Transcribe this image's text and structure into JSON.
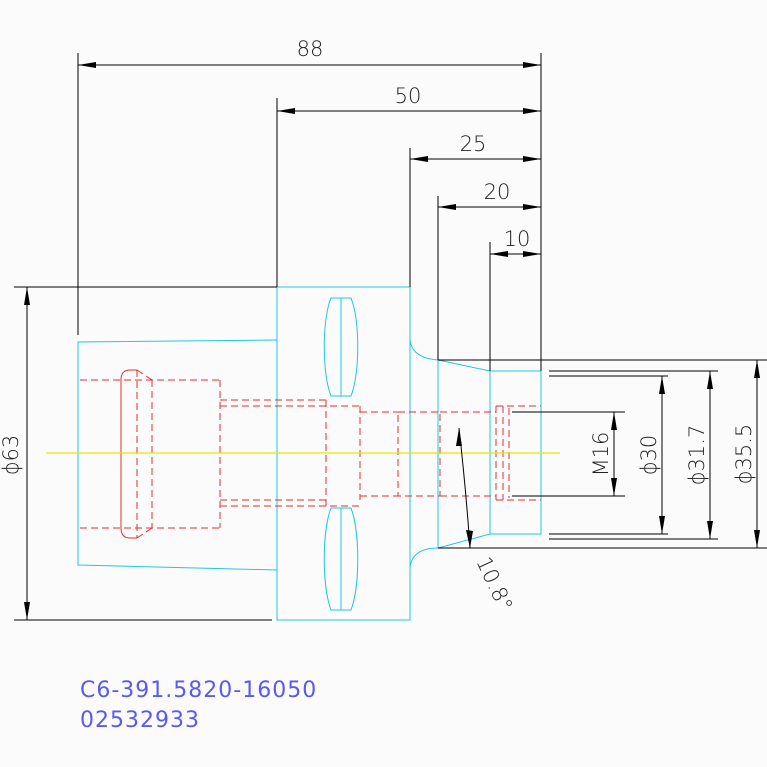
{
  "dimensions": {
    "length_total": "88",
    "length_50": "50",
    "length_25": "25",
    "length_20": "20",
    "length_10": "10",
    "diameter_body": "ϕ63",
    "thread": "M16",
    "diameter_30": "ϕ30",
    "diameter_31_7": "ϕ31.7",
    "diameter_35_5": "ϕ35.5",
    "taper_angle": "10.8°"
  },
  "part": {
    "code": "C6-391.5820-16050",
    "number": "02532933"
  },
  "colors": {
    "outline": "#22c8dc",
    "hidden": "#e03030",
    "centerline": "#e6e600",
    "dimension": "#000000",
    "label": "#5a5af0"
  }
}
